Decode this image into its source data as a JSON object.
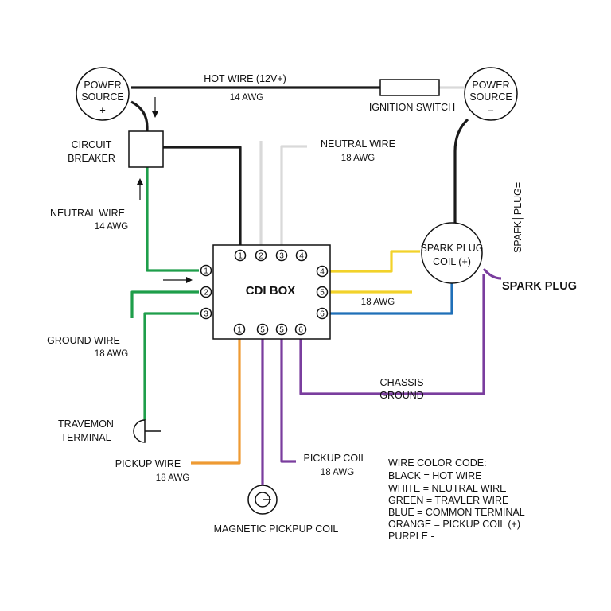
{
  "colors": {
    "black": "#1a1a1a",
    "white": "#d9d9d9",
    "green": "#1e9e4a",
    "yellow": "#f2d22a",
    "blue": "#1f6fb8",
    "orange": "#ee9a33",
    "purple": "#7a3d9e"
  },
  "power_left": {
    "line1": "POWER",
    "line2": "SOURCE",
    "sign": "+"
  },
  "power_right": {
    "line1": "POWER",
    "line2": "SOURCE",
    "sign": "–"
  },
  "hot_wire": {
    "label": "HOT WIRE (12V+)",
    "gauge": "14 AWG"
  },
  "ignition_switch": "IGNITION SWITCH",
  "circuit_breaker": {
    "line1": "CIRCUIT",
    "line2": "BREAKER"
  },
  "neutral_wire_top": {
    "label": "NEUTRAL WIRE",
    "gauge": "18 AWG"
  },
  "neutral_wire_left": {
    "label": "NEUTRAL WIRE",
    "gauge": "14 AWG"
  },
  "cdi_box": {
    "title": "CDI BOX",
    "top_pins": [
      "1",
      "2",
      "3",
      "4"
    ],
    "left_pins": [
      "1",
      "2",
      "3"
    ],
    "right_pins": [
      "4",
      "5",
      "6"
    ],
    "bottom_pins": [
      "1",
      "5",
      "5",
      "6"
    ]
  },
  "spark_plug_coil": {
    "line1": "SPARK PLUG",
    "line2": "COIL (+)"
  },
  "spark_plug_vertical": "SPAFK│PLUG=",
  "spark_plug": "SPARK PLUG",
  "right_gauge": "18 AWG",
  "chassis_ground": {
    "line1": "CHASSIS",
    "line2": "GROUND"
  },
  "ground_wire": {
    "label": "GROUND WIRE",
    "gauge": "18 AWG"
  },
  "travemon_terminal": {
    "line1": "TRAVEMON",
    "line2": "TERMINAL"
  },
  "pickup_wire": {
    "label": "PICKUP WIRE",
    "gauge": "18 AWG"
  },
  "pickup_coil": {
    "label": "PICKUP COIL",
    "gauge": "18 AWG"
  },
  "magnetic_pickup": "MAGNETIC PICKPUP COIL",
  "legend": {
    "title": "WIRE COLOR CODE:",
    "items": [
      "BLACK = HOT WIRE",
      "WHITE = NEUTRAL WIRE",
      "GREEN = TRAVLER WIRE",
      "BLUE = COMMON TERMINAL",
      "ORANGE = PICKUP COIL (+)",
      "PURPLE -"
    ]
  }
}
